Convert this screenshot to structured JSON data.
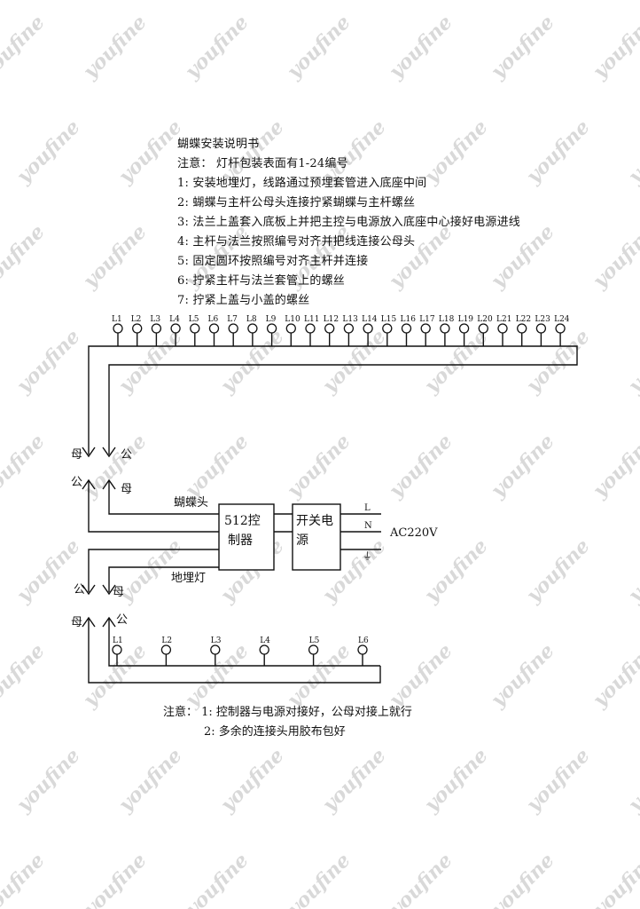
{
  "watermark_text": "youfine",
  "instructions": {
    "title": "蝴蝶安装说明书",
    "note": "注意：  灯杆包装表面有1-24编号",
    "steps": [
      "1:  安装地埋灯，线路通过预埋套管进入底座中间",
      "2:  蝴蝶与主杆公母头连接拧紧蝴蝶与主杆螺丝",
      "3:  法兰上盖套入底板上并把主控与电源放入底座中心接好电源进线",
      "4:  主杆与法兰按照编号对齐并把线连接公母头",
      "5:  固定圆环按照编号对齐主杆并连接",
      "6:  拧紧主杆与法兰套管上的螺丝",
      "7:  拧紧上盖与小盖的螺丝"
    ]
  },
  "diagram": {
    "top_terminals": [
      "L1",
      "L2",
      "L3",
      "L4",
      "L5",
      "L6",
      "L7",
      "L8",
      "L9",
      "L10",
      "L11",
      "L12",
      "L13",
      "L14",
      "L15",
      "L16",
      "L17",
      "L18",
      "L19",
      "L20",
      "L21",
      "L22",
      "L23",
      "L24"
    ],
    "bottom_terminals": [
      "L1",
      "L2",
      "L3",
      "L4",
      "L5",
      "L6"
    ],
    "connector_labels": {
      "top_left_down": "母",
      "top_right_down": "公",
      "mid_left_up": "公",
      "mid_right_up": "母",
      "low_left_down": "公",
      "low_right_down": "母",
      "bottom_left_up": "母",
      "bottom_right_up": "公"
    },
    "butterfly_head": "蝴蝶头",
    "ground_light": "地埋灯",
    "controller_line1": "512控",
    "controller_line2": "制器",
    "psu_line1": "开关电",
    "psu_line2": "源",
    "line_L": "L",
    "line_N": "N",
    "ground_symbol": "⏚",
    "ac_label": "AC220V"
  },
  "notes": [
    "注意：  1:  控制器与电源对接好，公母对接上就行",
    "2:  多余的连接头用胶布包好"
  ]
}
